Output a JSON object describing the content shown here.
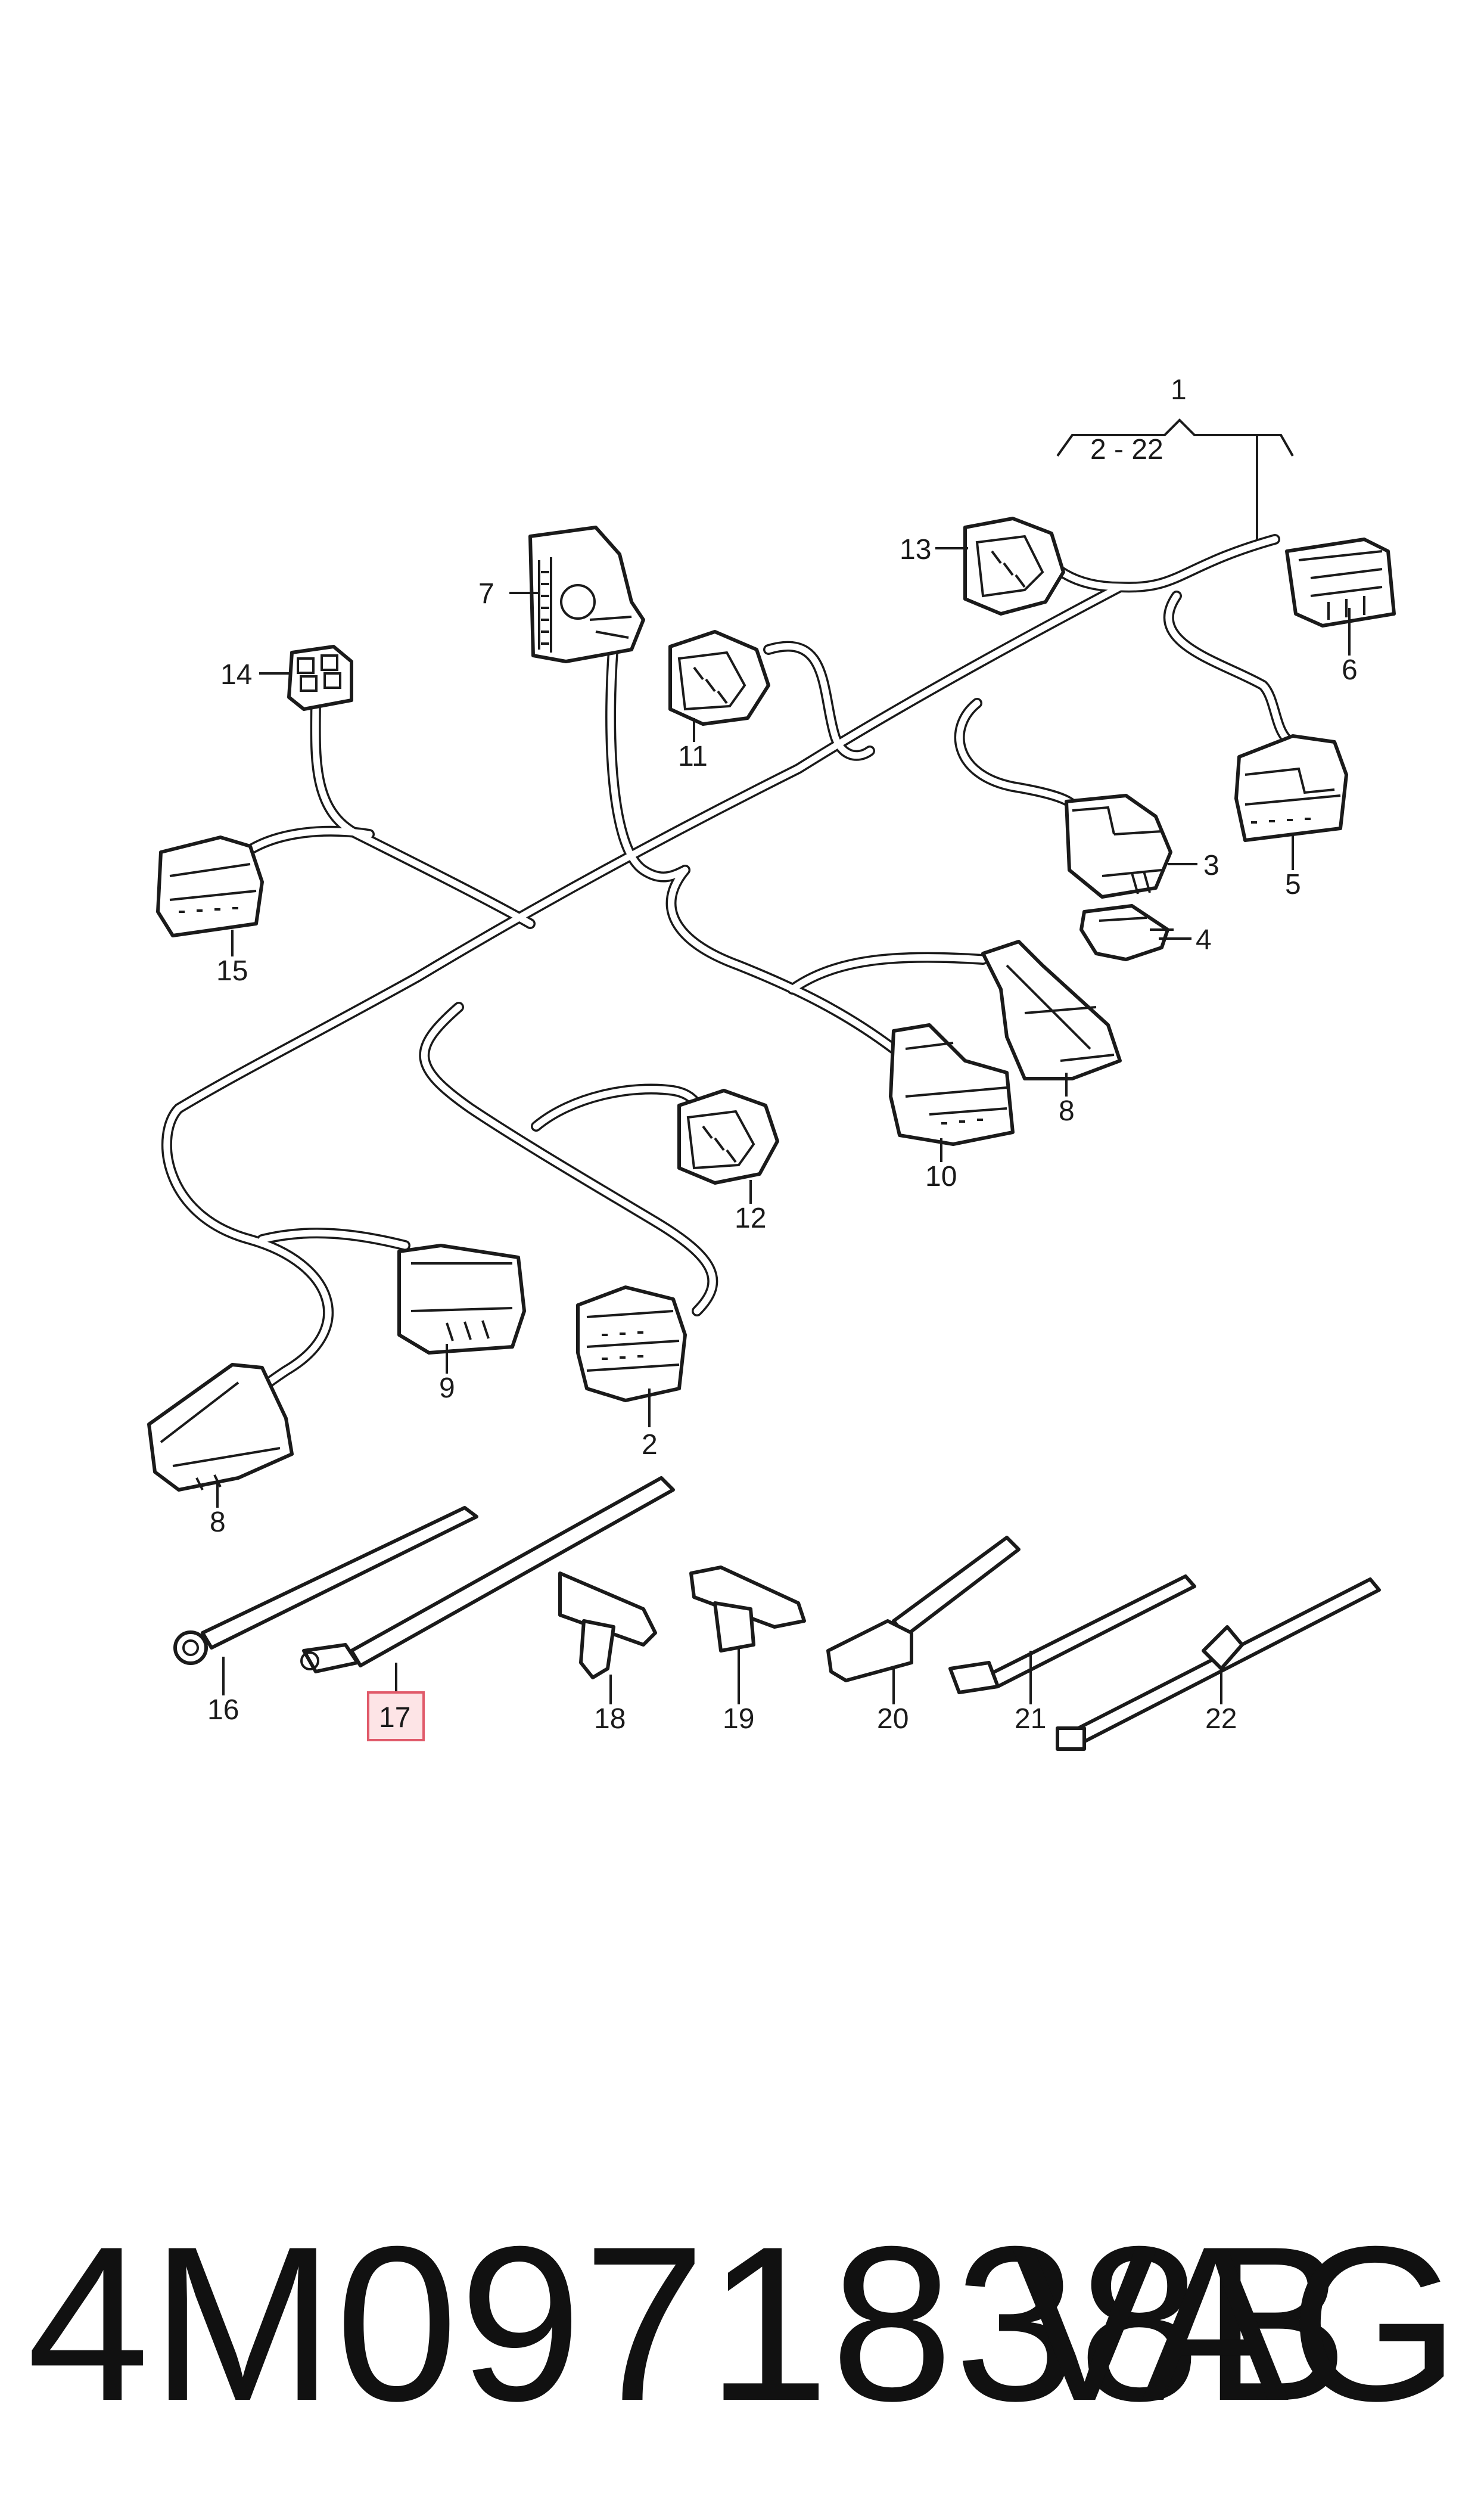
{
  "header": {
    "assembly_number": "1",
    "assembly_range": "2 - 22"
  },
  "callouts": [
    {
      "id": "c2",
      "label": "2"
    },
    {
      "id": "c3",
      "label": "3"
    },
    {
      "id": "c4",
      "label": "4"
    },
    {
      "id": "c5",
      "label": "5"
    },
    {
      "id": "c6",
      "label": "6"
    },
    {
      "id": "c7",
      "label": "7"
    },
    {
      "id": "c8a",
      "label": "8"
    },
    {
      "id": "c8b",
      "label": "8"
    },
    {
      "id": "c9",
      "label": "9"
    },
    {
      "id": "c10",
      "label": "10"
    },
    {
      "id": "c11",
      "label": "11"
    },
    {
      "id": "c12",
      "label": "12"
    },
    {
      "id": "c13",
      "label": "13"
    },
    {
      "id": "c14",
      "label": "14"
    },
    {
      "id": "c15",
      "label": "15"
    },
    {
      "id": "c16",
      "label": "16"
    },
    {
      "id": "c17",
      "label": "17",
      "highlighted": true
    },
    {
      "id": "c18",
      "label": "18"
    },
    {
      "id": "c19",
      "label": "19"
    },
    {
      "id": "c20",
      "label": "20"
    },
    {
      "id": "c21",
      "label": "21"
    },
    {
      "id": "c22",
      "label": "22"
    }
  ],
  "highlight_color": "#fde4e6",
  "highlight_border": "#e05a6a",
  "footer": {
    "part_number": "4M0971838B",
    "brand": "VAG"
  }
}
